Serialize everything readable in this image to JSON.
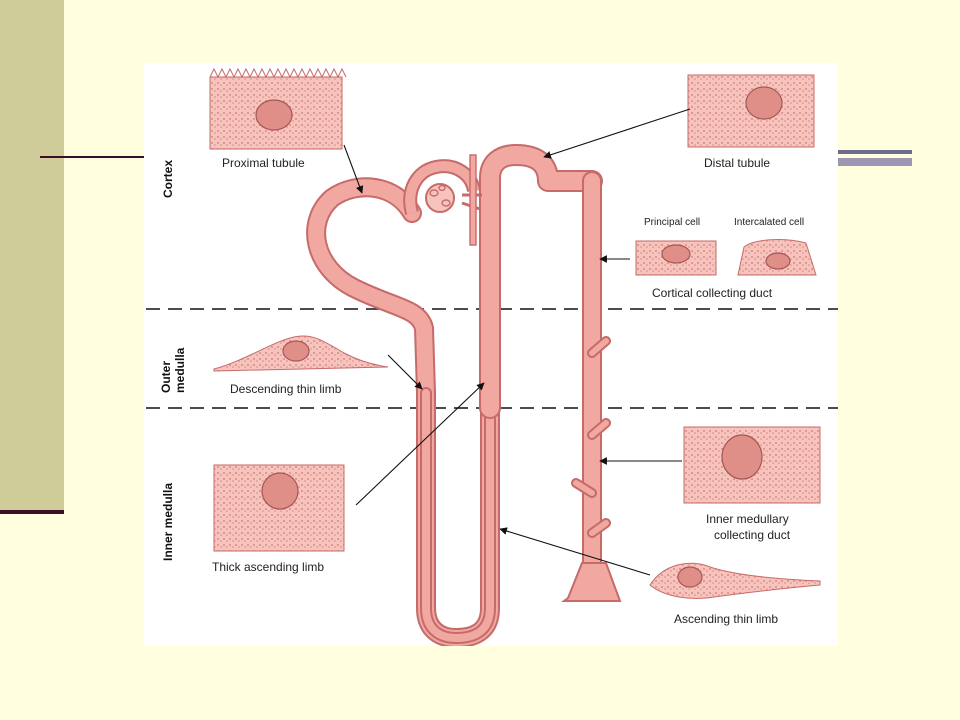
{
  "diagram": {
    "zones": {
      "cortex": "Cortex",
      "outer_line1": "Outer",
      "outer_line2": "medulla",
      "inner": "Inner medulla"
    },
    "labels": {
      "proximal": "Proximal tubule",
      "distal": "Distal tubule",
      "principal": "Principal cell",
      "intercalated": "Intercalated cell",
      "cortical_cd": "Cortical collecting duct",
      "desc_thin": "Descending thin limb",
      "thick_asc": "Thick ascending limb",
      "inner_cd_line1": "Inner medullary",
      "inner_cd_line2": "collecting duct",
      "asc_thin": "Ascending thin limb"
    },
    "colors": {
      "tubule": "#f0a8a0",
      "tubule_outline": "#c76a6a",
      "cell": "#f6c4bc",
      "nucleus": "#e08f88"
    }
  }
}
